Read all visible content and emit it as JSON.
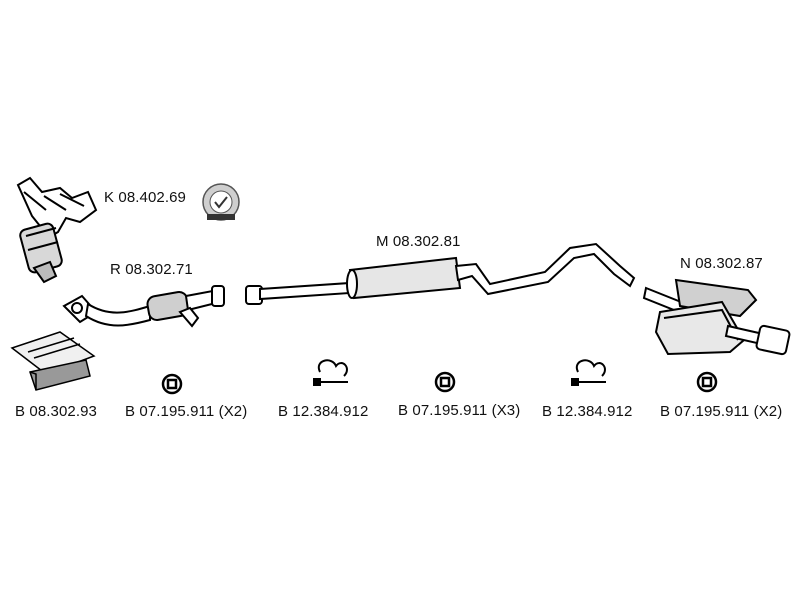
{
  "parts": {
    "catalyst": "K 08.402.69",
    "front_pipe": "R 08.302.71",
    "middle_silencer": "M 08.302.81",
    "rear_silencer": "N 08.302.87"
  },
  "hardware": {
    "mounting_kit": "B 08.302.93",
    "ring_1": "B 07.195.911 (X2)",
    "clamp_1": "B 12.384.912",
    "ring_2": "B 07.195.911 (X3)",
    "clamp_2": "B 12.384.912",
    "ring_3": "B 07.195.911 (X2)"
  }
}
